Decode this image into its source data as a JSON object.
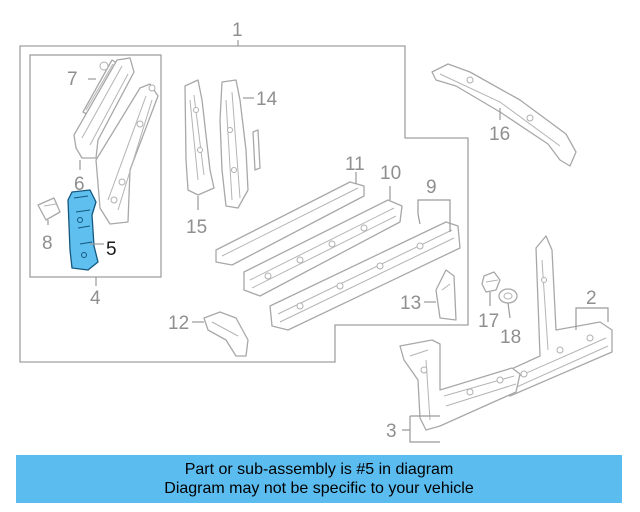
{
  "callouts": {
    "c1": "1",
    "c2": "2",
    "c3": "3",
    "c4": "4",
    "c5": "5",
    "c6": "6",
    "c7": "7",
    "c8": "8",
    "c9": "9",
    "c10": "10",
    "c11": "11",
    "c12": "12",
    "c13": "13",
    "c14": "14",
    "c15": "15",
    "c16": "16",
    "c17": "17",
    "c18": "18"
  },
  "highlight": {
    "part_number": "5",
    "color": "#5fbfee",
    "stroke": "#15577f"
  },
  "banner": {
    "line1": "Part or sub-assembly is #5 in diagram",
    "line2": "Diagram may not be specific to your vehicle",
    "background": "#5bbcf0"
  }
}
